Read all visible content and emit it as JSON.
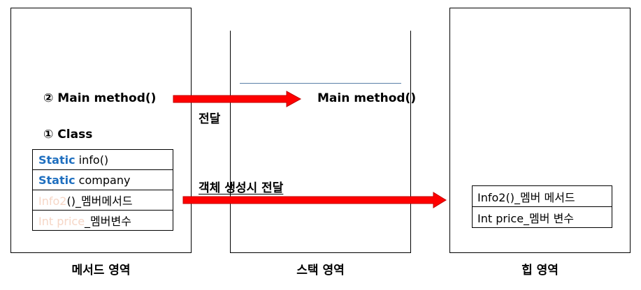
{
  "method_area": {
    "main_method_label": "② Main method()",
    "class_label": "① Class",
    "class_rows": [
      {
        "keyword": "Static",
        "text": " info()"
      },
      {
        "keyword": "Static",
        "text": " company"
      },
      {
        "faded": "Info2",
        "text": "()_멤버메서드"
      },
      {
        "faded": "Int price",
        "text": "_멤버변수"
      }
    ],
    "caption": "메서드 영역"
  },
  "stack_area": {
    "main_method_label": "Main method()",
    "caption": "스택 영역"
  },
  "heap_area": {
    "rows": [
      "Info2()_멤버 메서드",
      "Int price_멤버 변수"
    ],
    "caption": "힙 영역"
  },
  "arrows": {
    "pass_label": "전달",
    "create_label": "객체 생성시 전달",
    "color": "#ff0000"
  }
}
